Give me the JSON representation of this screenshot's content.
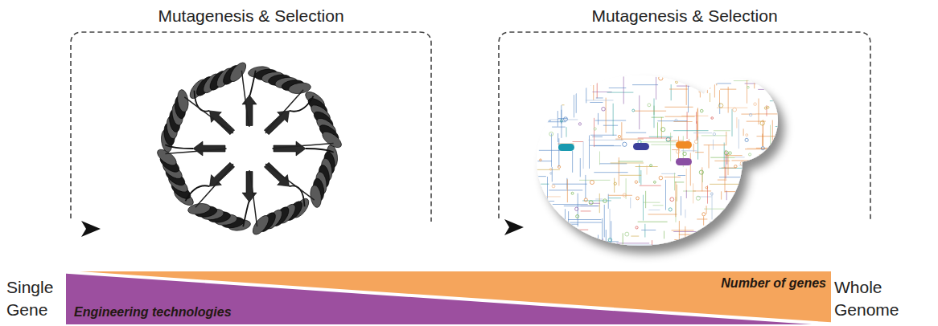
{
  "diagram": {
    "nodes": [
      {
        "text": [
          "Number of genes"
        ]
      },
      {
        "text": [
          "Engineering technologies"
        ]
      }
    ],
    "labels": [
      "Mutagenesis & Selection",
      "Mutagenesis & Selection",
      "Single Gene",
      "Whole Genome"
    ]
  }
}
